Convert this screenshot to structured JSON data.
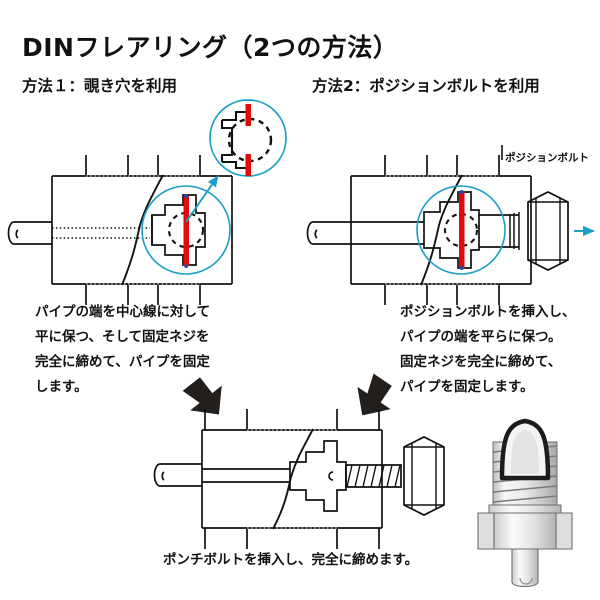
{
  "title": "DINフレアリング（2つの方法）",
  "methods": [
    {
      "heading": "方法１：覗き穴を利用",
      "instructions": "パイプの端を中心線に対して\n平に保つ、そして固定ネジを\n完全に締めて、パイプを固定\nします。"
    },
    {
      "heading": "方法2：ポジションボルトを利用",
      "instructions": "ポジションボルトを挿入し、\nパイプの端を平らに保つ。\n固定ネジを完全に締めて、\nパイプを固定します。"
    }
  ],
  "labels": {
    "position_bolt": "ポジションボルト"
  },
  "bottom": {
    "caption": "ポンチボルトを挿入し、完全に締めます。"
  },
  "colors": {
    "background": "#ffffff",
    "line": "#111111",
    "highlight_red": "#e00a0a",
    "callout_cyan": "#1b9fc4",
    "arrow_black": "#231f1c",
    "metal_light": "#f2f2f2",
    "metal_mid": "#d8d8d8",
    "metal_dark": "#a8a8a8"
  },
  "icons": {
    "down_right_arrow": "arrow-down-right",
    "down_left_arrow": "arrow-down-left",
    "callout_arrow": "callout-arrow",
    "direction_arrow": "direction-arrow-right"
  }
}
